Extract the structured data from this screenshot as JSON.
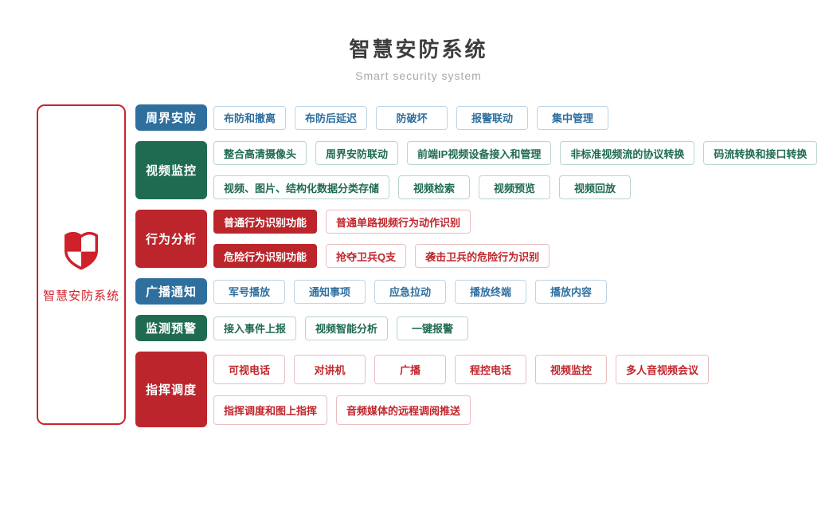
{
  "header": {
    "title": "智慧安防系统",
    "subtitle": "Smart security system"
  },
  "root": {
    "label": "智慧安防系统",
    "icon": "shield-checkered-icon"
  },
  "colors": {
    "blue": "#2e6f9e",
    "green": "#1f6b51",
    "red": "#bb252b",
    "root_red": "#cf2129",
    "title_text": "#3d3d3d",
    "subtitle_text": "#a8a8a8"
  },
  "groups": [
    {
      "label": "周界安防",
      "color": "blue",
      "big": false,
      "lines": [
        [
          {
            "text": "布防和撤离",
            "filled": false
          },
          {
            "text": "布防后延迟",
            "filled": false
          },
          {
            "text": "防破坏",
            "filled": false
          },
          {
            "text": "报警联动",
            "filled": false
          },
          {
            "text": "集中管理",
            "filled": false
          }
        ]
      ]
    },
    {
      "label": "视频监控",
      "color": "green",
      "big": false,
      "lines": [
        [
          {
            "text": "整合高清摄像头",
            "filled": false
          },
          {
            "text": "周界安防联动",
            "filled": false
          },
          {
            "text": "前端IP视频设备接入和管理",
            "filled": false
          },
          {
            "text": "非标准视频流的协议转换",
            "filled": false
          },
          {
            "text": "码流转换和接口转换",
            "filled": false
          }
        ],
        [
          {
            "text": "视频、图片、结构化数据分类存储",
            "filled": false
          },
          {
            "text": "视频检索",
            "filled": false
          },
          {
            "text": "视频预览",
            "filled": false
          },
          {
            "text": "视频回放",
            "filled": false
          }
        ]
      ]
    },
    {
      "label": "行为分析",
      "color": "red",
      "big": false,
      "lines": [
        [
          {
            "text": "普通行为识别功能",
            "filled": true
          },
          {
            "text": "普通单路视频行为动作识别",
            "filled": false
          }
        ],
        [
          {
            "text": "危险行为识别功能",
            "filled": true
          },
          {
            "text": "抢夺卫兵Q支",
            "filled": false
          },
          {
            "text": "袭击卫兵的危险行为识别",
            "filled": false
          }
        ]
      ]
    },
    {
      "label": "广播通知",
      "color": "blue",
      "big": false,
      "lines": [
        [
          {
            "text": "军号播放",
            "filled": false
          },
          {
            "text": "通知事项",
            "filled": false
          },
          {
            "text": "应急拉动",
            "filled": false
          },
          {
            "text": "播放终端",
            "filled": false
          },
          {
            "text": "播放内容",
            "filled": false
          }
        ]
      ]
    },
    {
      "label": "监测预警",
      "color": "green",
      "big": false,
      "lines": [
        [
          {
            "text": "接入事件上报",
            "filled": false
          },
          {
            "text": "视频智能分析",
            "filled": false
          },
          {
            "text": "一键报警",
            "filled": false
          }
        ]
      ]
    },
    {
      "label": "指挥调度",
      "color": "red",
      "big": true,
      "lines": [
        [
          {
            "text": "可视电话",
            "filled": false
          },
          {
            "text": "对讲机",
            "filled": false
          },
          {
            "text": "广播",
            "filled": false
          },
          {
            "text": "程控电话",
            "filled": false
          },
          {
            "text": "视频监控",
            "filled": false
          },
          {
            "text": "多人音视频会议",
            "filled": false
          }
        ],
        [
          {
            "text": "指挥调度和图上指挥",
            "filled": false
          },
          {
            "text": "音频媒体的远程调阅推送",
            "filled": false
          }
        ]
      ]
    }
  ]
}
